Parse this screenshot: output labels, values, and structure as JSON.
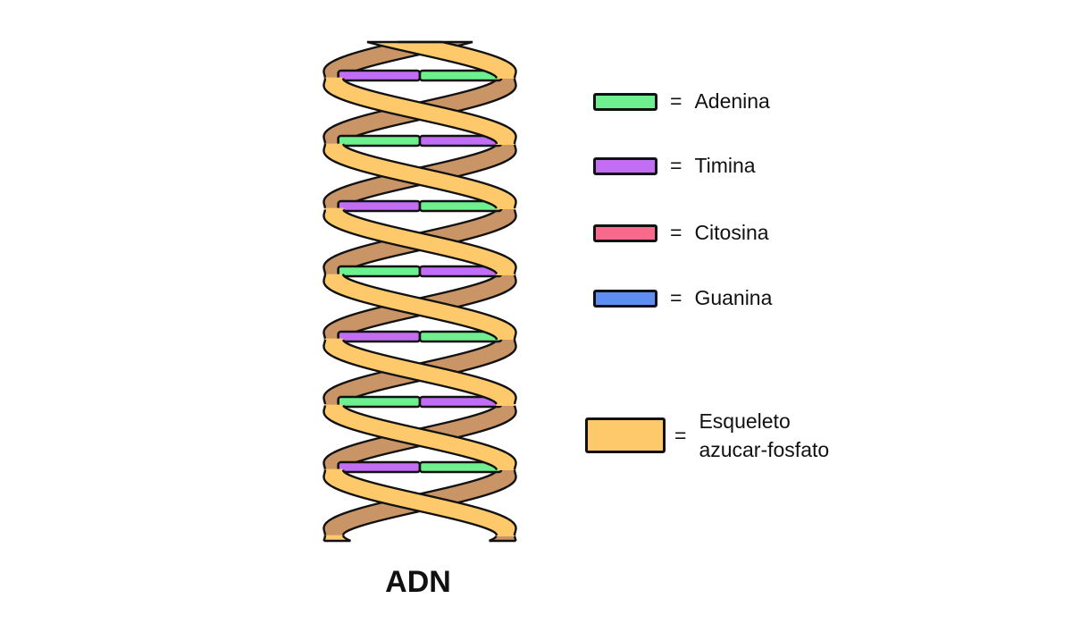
{
  "title": "ADN",
  "colors": {
    "adenine": "#6ef08f",
    "thymine": "#c26ef4",
    "cytosine": "#f8698c",
    "guanine": "#5f8df2",
    "backbone_front": "#fdc96a",
    "backbone_back": "#c99466",
    "outline": "#111111"
  },
  "legend": {
    "adenine": {
      "eq": "=",
      "label": "Adenina"
    },
    "thymine": {
      "eq": "=",
      "label": "Timina"
    },
    "cytosine": {
      "eq": "=",
      "label": "Citosina"
    },
    "guanine": {
      "eq": "=",
      "label": "Guanina"
    },
    "backbone": {
      "eq": "=",
      "label_line1": "Esqueleto",
      "label_line2": "azucar-fosfato"
    }
  }
}
